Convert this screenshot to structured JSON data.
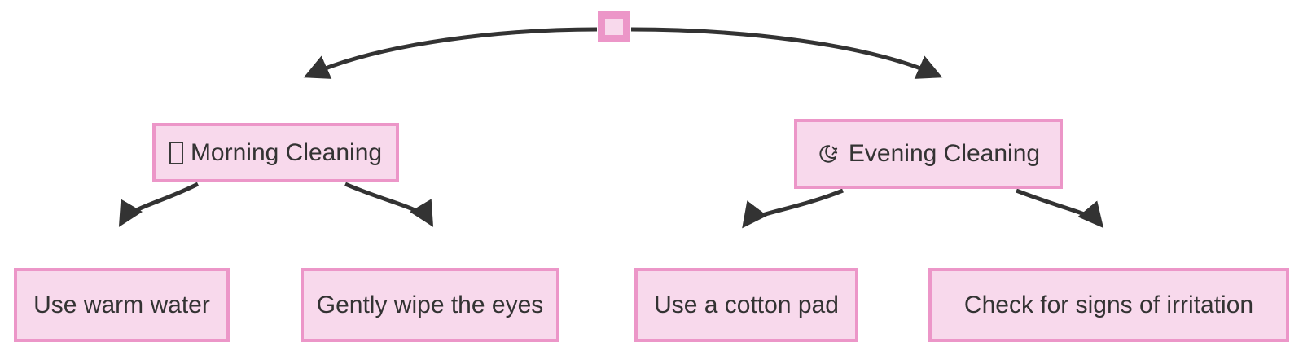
{
  "diagram": {
    "type": "flowchart",
    "direction": "top-down",
    "title": "",
    "theme": {
      "node_fill": "#f8d9ec",
      "node_border": "#ec96c8",
      "node_text": "#333333",
      "edge_stroke": "#333333",
      "background": "#ffffff"
    },
    "nodes": [
      {
        "id": "root",
        "label": "",
        "icon": "",
        "shape": "square",
        "role": "root"
      },
      {
        "id": "morning",
        "label": "Morning Cleaning",
        "icon": "missing-glyph-box",
        "shape": "rectangle",
        "role": "branch"
      },
      {
        "id": "evening",
        "label": "Evening Cleaning",
        "icon": "crescent-moon",
        "shape": "rectangle",
        "role": "branch"
      },
      {
        "id": "leaf1",
        "label": "Use warm water",
        "icon": "",
        "shape": "rectangle",
        "role": "leaf"
      },
      {
        "id": "leaf2",
        "label": "Gently wipe the eyes",
        "icon": "",
        "shape": "rectangle",
        "role": "leaf"
      },
      {
        "id": "leaf3",
        "label": "Use a cotton pad",
        "icon": "",
        "shape": "rectangle",
        "role": "leaf"
      },
      {
        "id": "leaf4",
        "label": "Check for signs of irritation",
        "icon": "",
        "shape": "rectangle",
        "role": "leaf"
      }
    ],
    "edges": [
      {
        "from": "root",
        "to": "morning",
        "label": "",
        "arrow": "filled-triangle"
      },
      {
        "from": "root",
        "to": "evening",
        "label": "",
        "arrow": "filled-triangle"
      },
      {
        "from": "morning",
        "to": "leaf1",
        "label": "",
        "arrow": "filled-triangle"
      },
      {
        "from": "morning",
        "to": "leaf2",
        "label": "",
        "arrow": "filled-triangle"
      },
      {
        "from": "evening",
        "to": "leaf3",
        "label": "",
        "arrow": "filled-triangle"
      },
      {
        "from": "evening",
        "to": "leaf4",
        "label": "",
        "arrow": "filled-triangle"
      }
    ]
  }
}
